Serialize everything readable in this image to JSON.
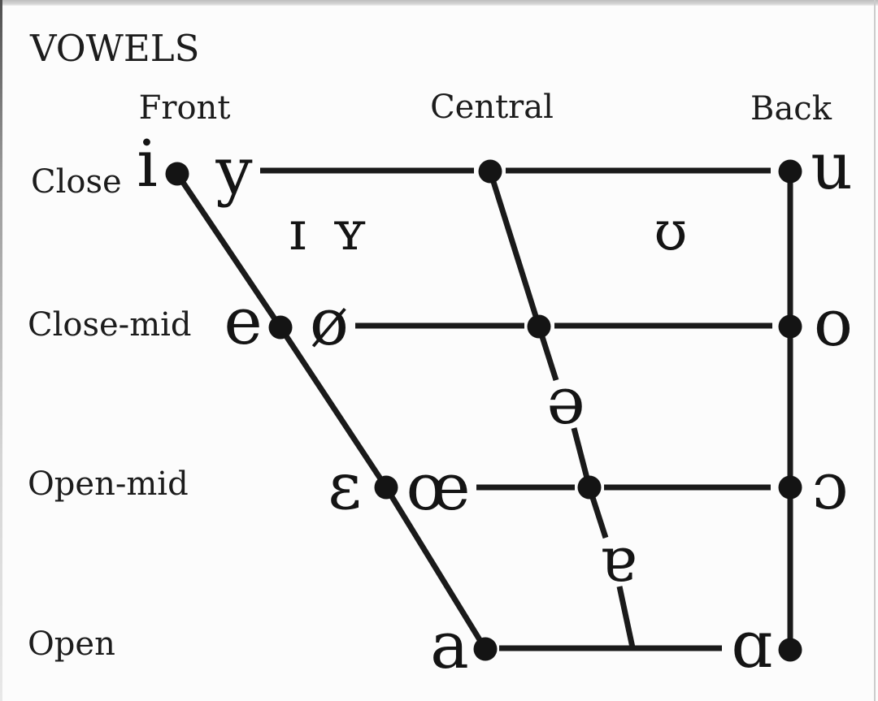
{
  "title": "VOWELS",
  "column_headers": {
    "front": "Front",
    "central": "Central",
    "back": "Back"
  },
  "row_labels": {
    "close": "Close",
    "close_mid": "Close-mid",
    "open_mid": "Open-mid",
    "open": "Open"
  },
  "vowels": {
    "i": {
      "symbol": "i",
      "height": "close",
      "backness": "front"
    },
    "y": {
      "symbol": "y",
      "height": "close",
      "backness": "front"
    },
    "u": {
      "symbol": "u",
      "height": "close",
      "backness": "back"
    },
    "small_cap_i": {
      "symbol": "ɪ",
      "height": "near-close",
      "backness": "near-front"
    },
    "small_cap_y": {
      "symbol": "ʏ",
      "height": "near-close",
      "backness": "near-front"
    },
    "upsilon": {
      "symbol": "ʊ",
      "height": "near-close",
      "backness": "near-back"
    },
    "e": {
      "symbol": "e",
      "height": "close-mid",
      "backness": "front"
    },
    "o_slash": {
      "symbol": "ø",
      "height": "close-mid",
      "backness": "front"
    },
    "o": {
      "symbol": "o",
      "height": "close-mid",
      "backness": "back"
    },
    "schwa": {
      "symbol": "ə",
      "height": "mid",
      "backness": "central"
    },
    "epsilon": {
      "symbol": "ɛ",
      "height": "open-mid",
      "backness": "front"
    },
    "oe": {
      "symbol": "œ",
      "height": "open-mid",
      "backness": "front"
    },
    "open_o": {
      "symbol": "ɔ",
      "height": "open-mid",
      "backness": "back"
    },
    "turned_a": {
      "symbol": "ɐ",
      "height": "near-open",
      "backness": "central"
    },
    "a": {
      "symbol": "a",
      "height": "open",
      "backness": "front"
    },
    "script_a": {
      "symbol": "ɑ",
      "height": "open",
      "backness": "back"
    }
  },
  "colors": {
    "ink": "#1a1a1a",
    "background": "#fcfcfc"
  }
}
